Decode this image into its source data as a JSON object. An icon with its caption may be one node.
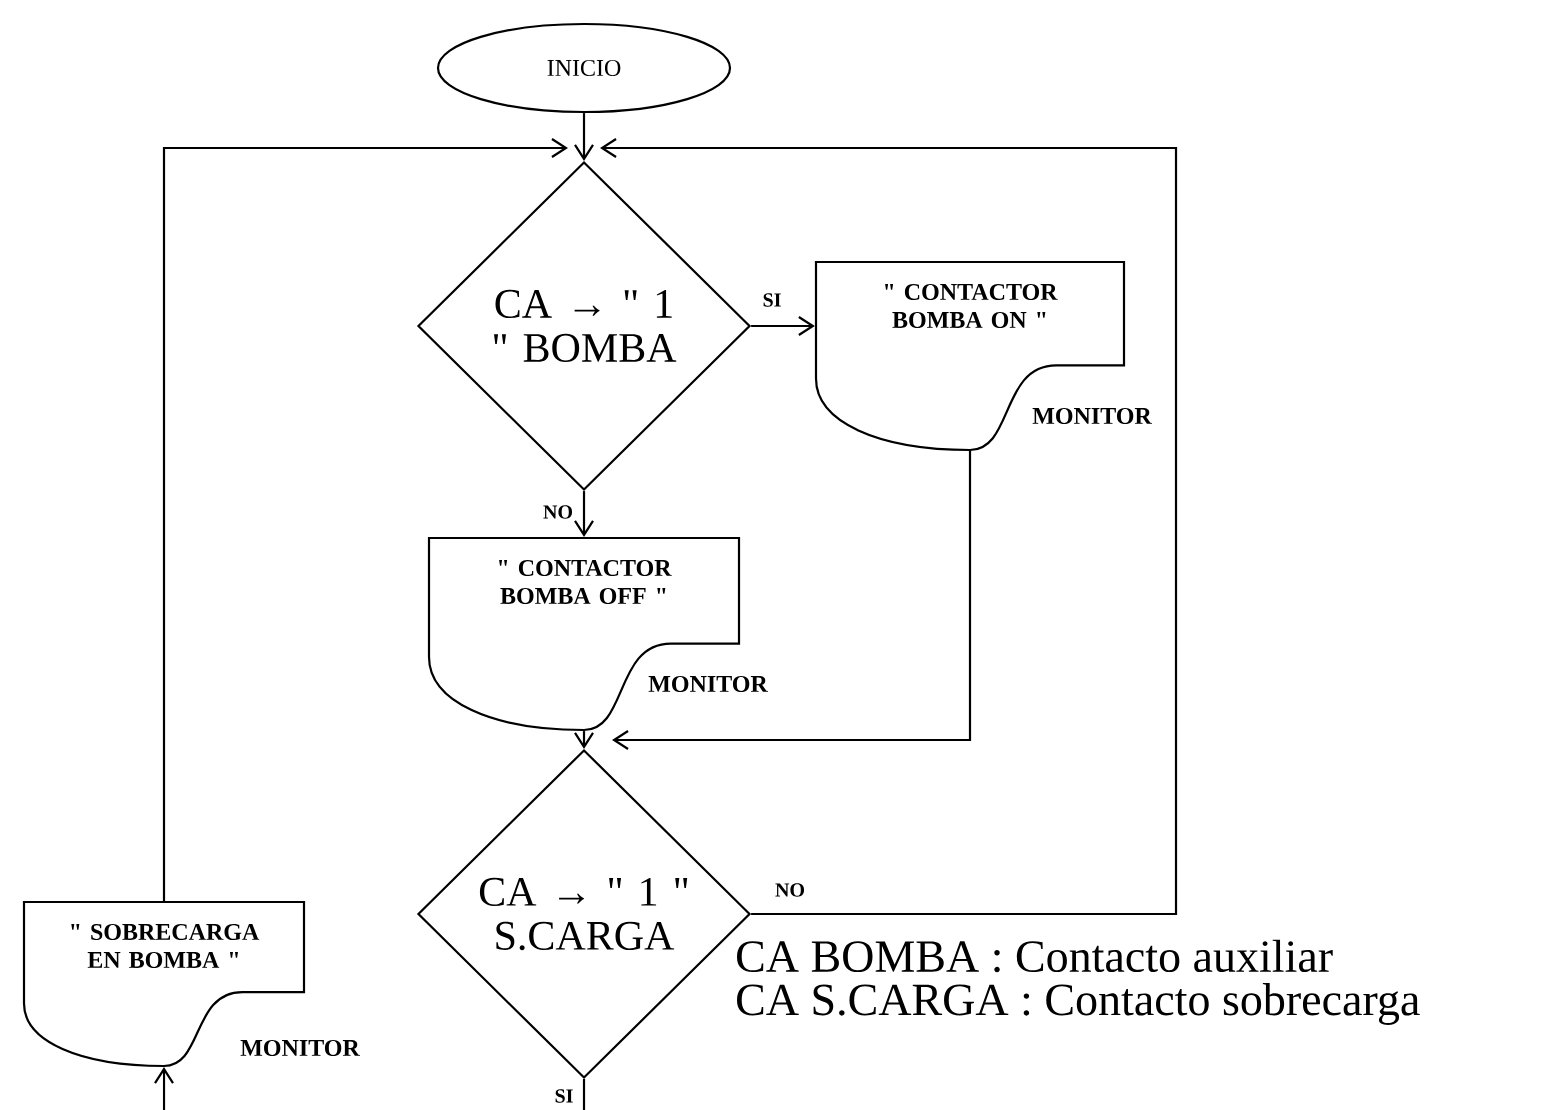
{
  "diagram": {
    "nodes": [
      {
        "text": [
          "INICIO"
        ]
      },
      {
        "text": [
          "CA → \" 1 \" BOMBA"
        ]
      },
      {
        "text": [
          "\" CONTACTOR BOMBA ON \""
        ],
        "beside": [
          "MONITOR"
        ]
      },
      {
        "text": [
          "\" CONTACTOR BOMBA OFF \""
        ],
        "beside": [
          "MONITOR"
        ]
      },
      {
        "text": [
          "CA → \" 1 \" S.CARGA"
        ]
      },
      {
        "text": [
          "\" SOBRECARGA EN BOMBA \""
        ],
        "beside": [
          "MONITOR"
        ]
      }
    ],
    "edges": [
      {
        "from": 0,
        "to": 1,
        "arrow": "to"
      },
      {
        "from": 1,
        "to": 2,
        "arrow": "to",
        "label": "SI"
      },
      {
        "from": 1,
        "to": 3,
        "arrow": "to",
        "label": "NO"
      },
      {
        "from": 2,
        "to": 4,
        "arrow": "to"
      },
      {
        "from": 3,
        "to": 4,
        "arrow": "to"
      },
      {
        "from": 4,
        "to": 1,
        "arrow": "to",
        "label": "NO"
      },
      {
        "from": 5,
        "to": 1,
        "arrow": "to"
      },
      {
        "from": 4,
        "to": null,
        "arrow": "none",
        "label": "SI"
      },
      {
        "from": null,
        "to": 5,
        "arrow": "to"
      }
    ],
    "labels": [
      "CA BOMBA : Contacto auxiliar",
      "CA S.CARGA : Contacto sobrecarga"
    ]
  }
}
